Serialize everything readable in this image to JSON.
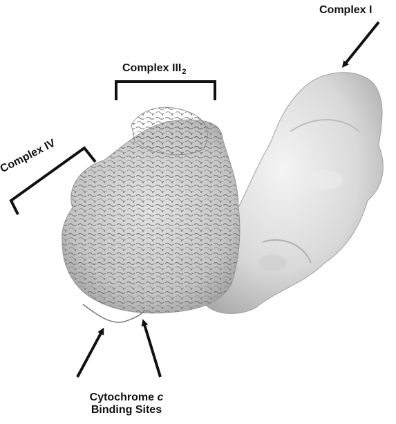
{
  "labels": {
    "complex_i": "Complex I",
    "complex_iii_main": "Complex III",
    "complex_iii_sub": "2",
    "complex_iv": "Complex IV",
    "cytochrome_prefix": "Cytochrome ",
    "cytochrome_italic": "c",
    "binding_sites": "Binding Sites"
  },
  "colors": {
    "background": "#ffffff",
    "text": "#111111",
    "map_light": "#e8e8e8",
    "map_mid": "#bdbdbd",
    "map_dark": "#8a8a8a",
    "ribbon": "#6f6f6f"
  },
  "icons": [
    "arrow-icon",
    "bracket-icon",
    "density-map-surface",
    "protein-ribbon-texture"
  ]
}
